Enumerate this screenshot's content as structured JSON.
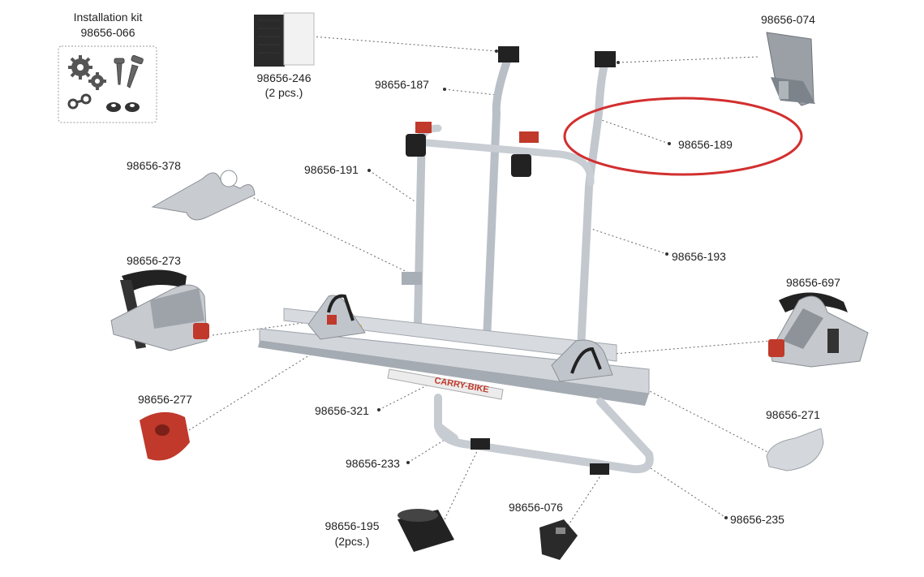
{
  "colors": {
    "frame": "#c9cfd6",
    "frame_dark": "#8a939d",
    "accent_red": "#c0392b",
    "highlight_circle": "#d32f2f",
    "leader": "#666666",
    "part_gray": "#b9bec4"
  },
  "kit": {
    "title": "Installation kit",
    "code": "98656-066",
    "icons": [
      "gear-icon",
      "screw-icon",
      "chain-link-icon",
      "washer-icon"
    ]
  },
  "brand_label": "CARRY-BIKE",
  "highlighted_part": "98656-189",
  "labels": {
    "p246": "98656-246",
    "p246_qty": "(2 pcs.)",
    "p187": "98656-187",
    "p074": "98656-074",
    "p189": "98656-189",
    "p378": "98656-378",
    "p191": "98656-191",
    "p193": "98656-193",
    "p273": "98656-273",
    "p697": "98656-697",
    "p277": "98656-277",
    "p321": "98656-321",
    "p271": "98656-271",
    "p233": "98656-233",
    "p195": "98656-195",
    "p195_qty": "(2pcs.)",
    "p076": "98656-076",
    "p235": "98656-235"
  }
}
